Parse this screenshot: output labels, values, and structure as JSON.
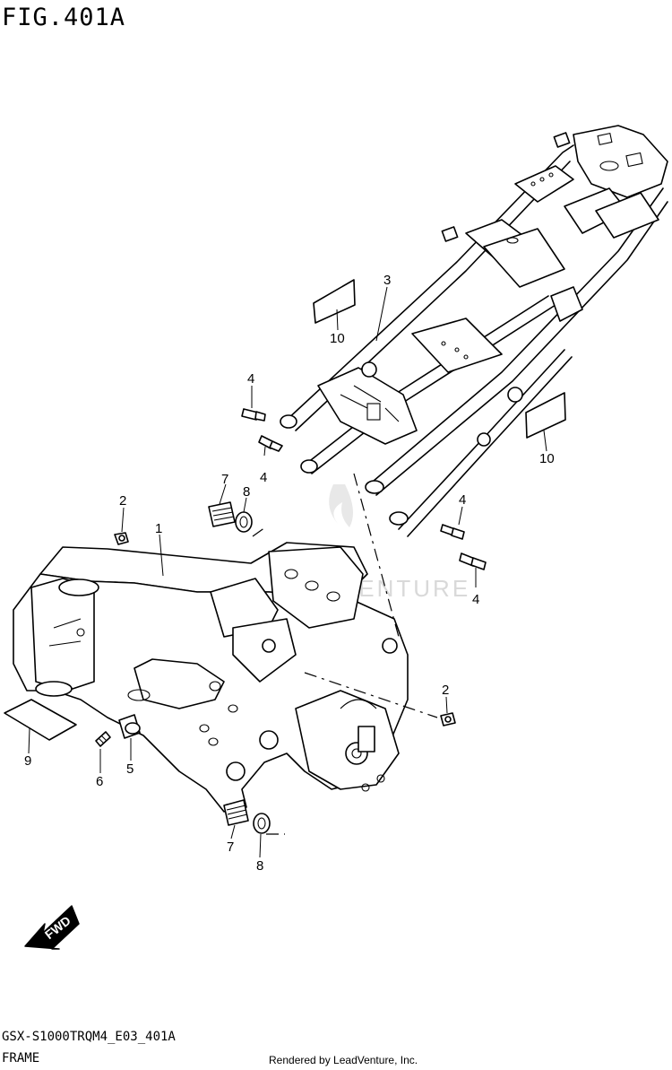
{
  "figure": {
    "title": "FIG.401A",
    "model_code": "GSX-S1000TRQM4_E03_401A",
    "section": "FRAME",
    "credit": "Rendered by LeadVenture, Inc.",
    "watermark": "LEADVENTURE",
    "fwd_label": "FWD"
  },
  "callouts": {
    "c1": "1",
    "c2a": "2",
    "c2b": "2",
    "c3": "3",
    "c4a": "4",
    "c4b": "4",
    "c4c": "4",
    "c4d": "4",
    "c5": "5",
    "c6": "6",
    "c7a": "7",
    "c7b": "7",
    "c8a": "8",
    "c8b": "8",
    "c9": "9",
    "c10a": "10",
    "c10b": "10"
  }
}
